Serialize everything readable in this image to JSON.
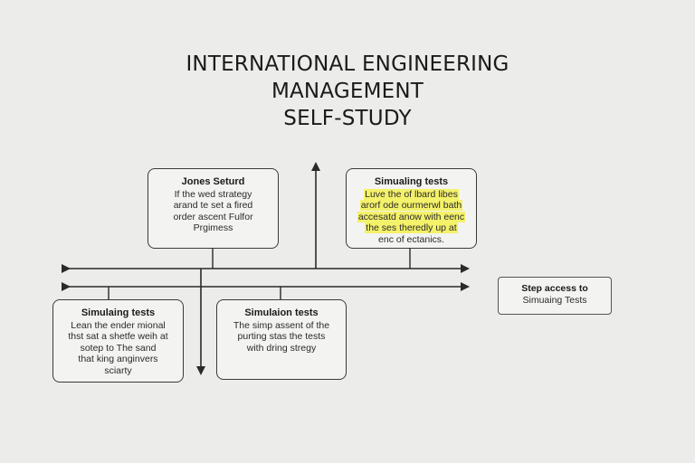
{
  "title": {
    "line1": "INTERNATIONAL ENGINEERING",
    "line2": "MANAGEMENT",
    "line3": "SELF-STUDY"
  },
  "boxes": {
    "top_left": {
      "title": "Jones Seturd",
      "lines": [
        "If the wed strategy",
        "arand te set a fired",
        "order ascent Fulfor",
        "Prgimess"
      ]
    },
    "top_right": {
      "title": "Simualing tests",
      "lines": [
        "Luve the of lbard libes",
        "arorf ode ourmerwl bath",
        "accesatd anow with eenc",
        "the ses theredly up at",
        "enc of ectanics."
      ]
    },
    "bottom_left": {
      "title": "Simulaing tests",
      "lines": [
        "Lean the ender mional",
        "thst sat a shetfe weih at",
        "sotep to The sand",
        "that king anginvers",
        "sciarty"
      ]
    },
    "bottom_mid": {
      "title": "Simulaion tests",
      "lines": [
        "The simp assent of the",
        "purting stas the tests",
        "with dring stregy"
      ]
    },
    "side": {
      "title": "Step access to",
      "line": "Simuaing Tests"
    }
  }
}
